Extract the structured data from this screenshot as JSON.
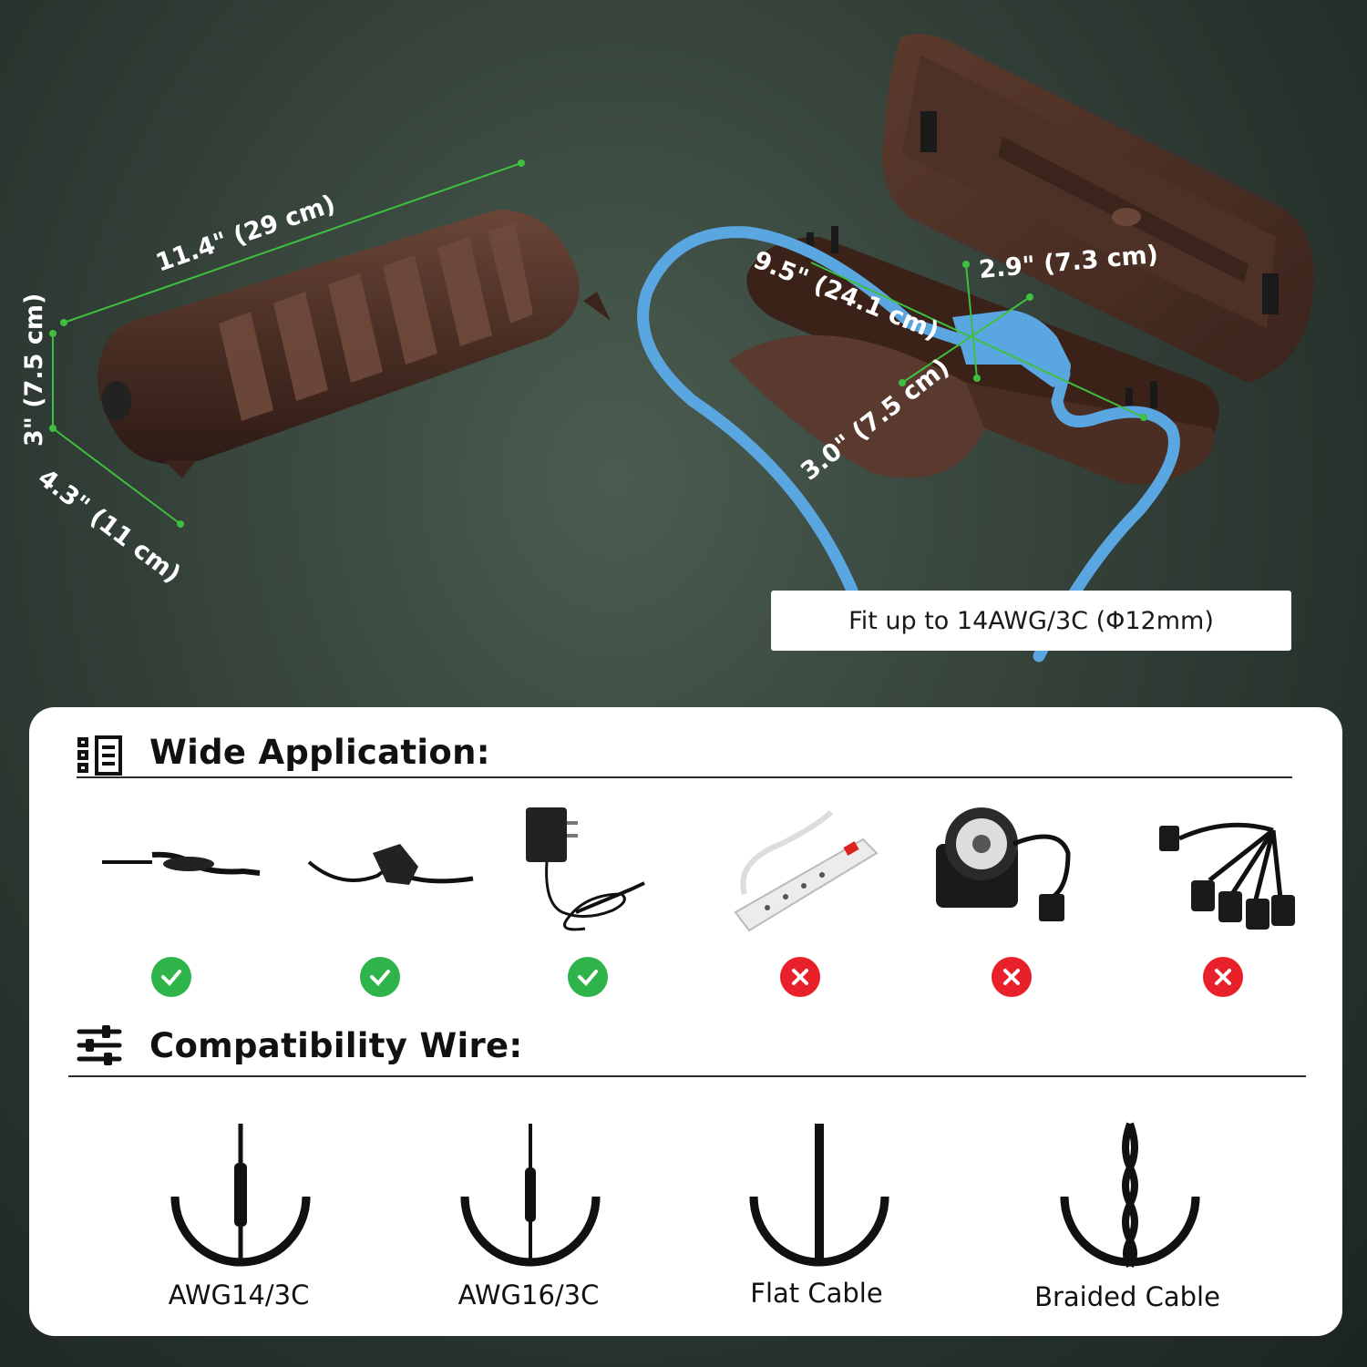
{
  "dimensions": {
    "length": "11.4\" (29 cm)",
    "height": "3\" (7.5 cm)",
    "width": "4.3\" (11 cm)",
    "inner_length": "9.5\" (24.1 cm)",
    "inner_width": "2.9\" (7.3 cm)",
    "inner_height": "3.0\" (7.5 cm)"
  },
  "fit_note": "Fit up to 14AWG/3C (Φ12mm)",
  "application": {
    "title": "Wide Application:",
    "icon": "list-icon",
    "items": [
      {
        "name": "extension-cord-inline",
        "status": "ok"
      },
      {
        "name": "angled-plug-cord",
        "status": "ok"
      },
      {
        "name": "power-adapter",
        "status": "ok"
      },
      {
        "name": "power-strip",
        "status": "no"
      },
      {
        "name": "outdoor-timer",
        "status": "no"
      },
      {
        "name": "splitter-cord",
        "status": "no"
      }
    ]
  },
  "compatibility": {
    "title": "Compatibility Wire:",
    "icon": "sliders-icon",
    "wires": [
      {
        "label": "AWG14/3C",
        "type": "round-thick"
      },
      {
        "label": "AWG16/3C",
        "type": "round-thin"
      },
      {
        "label": "Flat Cable",
        "type": "flat"
      },
      {
        "label": "Braided Cable",
        "type": "braided"
      }
    ]
  },
  "colors": {
    "ok": "#2fb44b",
    "no": "#e8202a",
    "case": "#4a2e24",
    "cable": "#5aa6e0",
    "measure": "#3fbf3f"
  }
}
